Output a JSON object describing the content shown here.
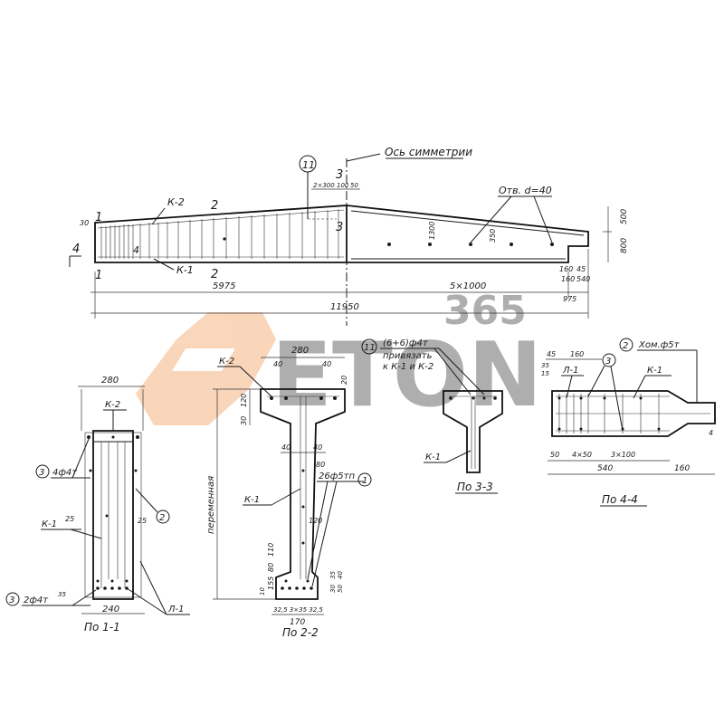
{
  "elevation": {
    "axis_label": "Ось симметрии",
    "opening_label": "Отв. d=40",
    "callout_11": "11",
    "section_marks": {
      "s1": "1",
      "s2": "2",
      "s3": "3",
      "s4": "4"
    },
    "labels": {
      "k2": "К-2",
      "k1": "К-1"
    },
    "dims": {
      "left_span": "5975",
      "right_span": "5×1000",
      "end_span": "975",
      "total": "11950",
      "d30": "30",
      "hole_spacing": "2×300",
      "d100": "100",
      "d50": "50",
      "h1300": "1300",
      "h350": "350",
      "h500": "500",
      "h800": "800",
      "d160": "160",
      "d45": "45",
      "d540": "540"
    }
  },
  "section_1_1": {
    "title": "По 1-1",
    "top_width": "280",
    "bottom_width": "240",
    "k2": "К-2",
    "k1": "К-1",
    "rebar_3a": "3",
    "rebar_3a_spec": "4ф4т",
    "callout_2": "2",
    "cover_l": "25",
    "cover_r": "25",
    "rebar_3b": "3",
    "rebar_3b_spec": "2ф4т",
    "d35": "35",
    "l1": "Л-1"
  },
  "section_2_2": {
    "title": "По 2-2",
    "top_width": "280",
    "d40a": "40",
    "d40b": "40",
    "d20": "20",
    "d120": "120",
    "d30": "30",
    "d40c": "40",
    "d40d": "40",
    "d80": "80",
    "k2": "К-2",
    "k1": "К-1",
    "strand_spec": "26ф5тп",
    "callout_1": "1",
    "d120b": "120",
    "d110": "110",
    "d80b": "80",
    "d155": "155",
    "d10": "10",
    "height_label": "переменная",
    "bottom_dims": "32,5  3×35  32,5",
    "bottom_width": "170",
    "r35": "35",
    "r30": "30",
    "r40": "40",
    "r50": "50"
  },
  "section_3_3": {
    "title": "По 3-3",
    "callout_11": "11",
    "note_spec": "(6+6)ф4т",
    "note_1": "привязать",
    "note_2": "к К-1 и К-2",
    "k1": "К-1"
  },
  "section_4_4": {
    "title": "По 4-4",
    "callout_2": "2",
    "clamp_spec": "Хом.ф5т",
    "callout_3": "3",
    "l1": "Л-1",
    "k1": "К-1",
    "d45": "45",
    "d160": "160",
    "d35": "35",
    "d15": "15",
    "d50": "50",
    "d4x50": "4×50",
    "d3x100": "3×100",
    "d540": "540",
    "d160b": "160",
    "d4": "4"
  },
  "watermark": {
    "text": "ETON",
    "number": "365"
  },
  "colors": {
    "line": "#1a1a1a",
    "watermark_orange": "#f08a3c",
    "watermark_grey": "#9a9a9a"
  }
}
